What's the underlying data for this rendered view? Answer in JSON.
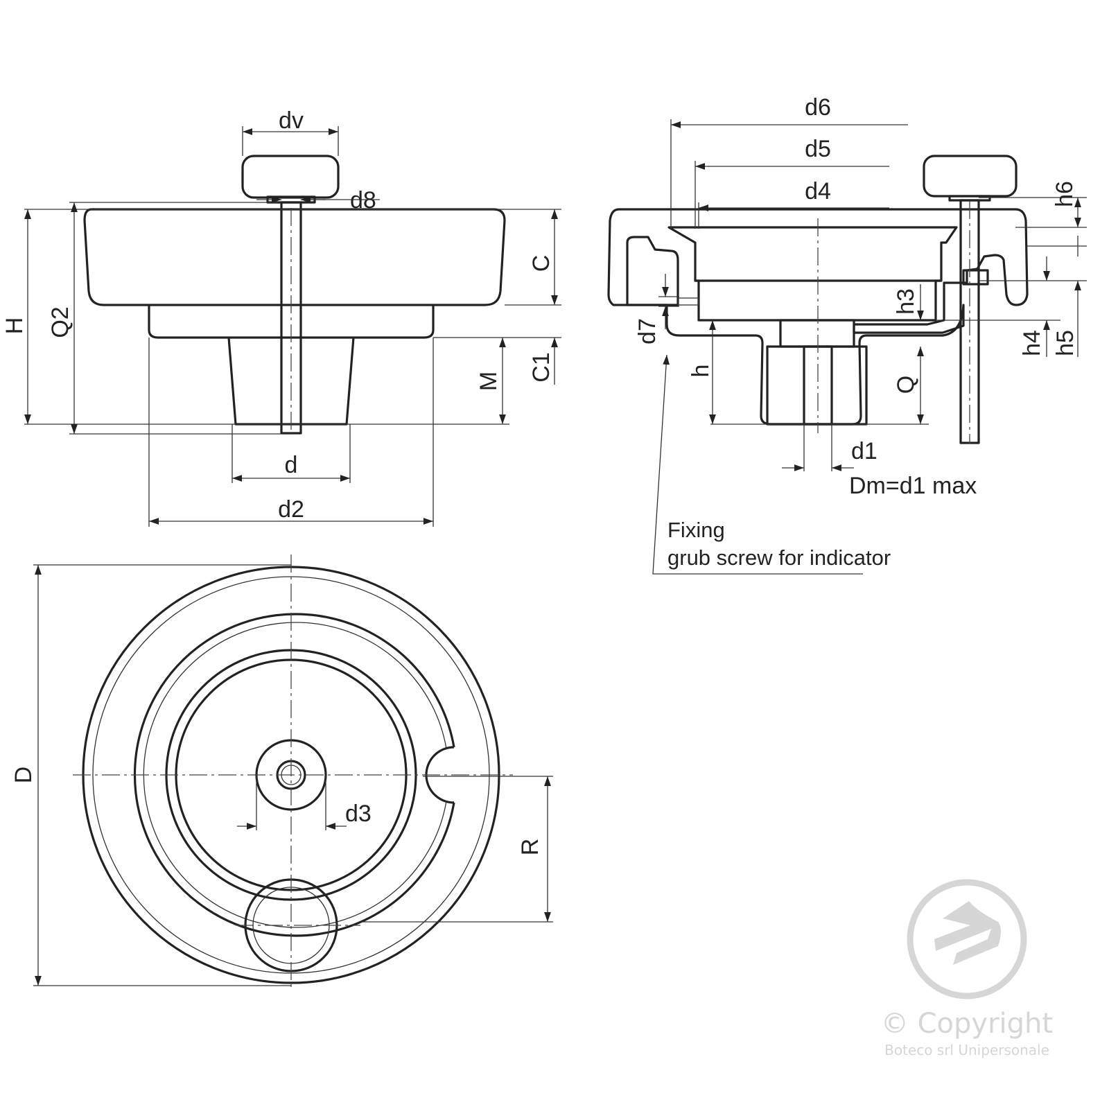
{
  "drawing": {
    "front_view": {
      "labels": {
        "dv": "dv",
        "d8": "d8",
        "H": "H",
        "Q2": "Q2",
        "C": "C",
        "C1": "C1",
        "M": "M",
        "d": "d",
        "d2": "d2"
      }
    },
    "section_view": {
      "labels": {
        "d6": "d6",
        "d5": "d5",
        "d4": "d4",
        "h6": "h6",
        "h3": "h3",
        "d7": "d7",
        "h": "h",
        "Q": "Q",
        "h4": "h4",
        "h5": "h5",
        "d1": "d1"
      },
      "dm_note": "Dm=d1 max",
      "fixing_note_line1": "Fixing",
      "fixing_note_line2": "grub screw for indicator"
    },
    "top_view": {
      "labels": {
        "D": "D",
        "d3": "d3",
        "R": "R"
      }
    }
  },
  "watermark": {
    "copyright": "© Copyright",
    "company": "Boteco srl Unipersonale"
  },
  "colors": {
    "section_fill": "#eef2c6",
    "insert_fill": "#eef0b2",
    "line": "#222222",
    "watermark": "#d6d6d6"
  }
}
